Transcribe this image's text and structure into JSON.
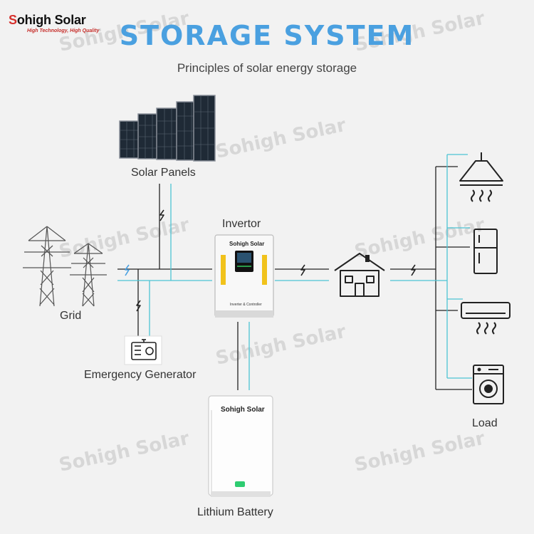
{
  "brand": {
    "name_part1": "S",
    "name_part2": "ohigh Solar",
    "tagline": "High Technology, High Quality"
  },
  "title": "STORAGE SYSTEM",
  "subtitle": "Principles of solar energy storage",
  "watermark": "Sohigh Solar",
  "components": {
    "solar_panels": "Solar Panels",
    "grid": "Grid",
    "emergency_generator": "Emergency Generator",
    "inverter": "Invertor",
    "lithium_battery": "Lithium Battery",
    "load": "Load"
  },
  "device_text": {
    "inverter_brand": "Sohigh Solar",
    "inverter_model": "Inverter & Controller",
    "battery_brand": "Sohigh Solar"
  },
  "colors": {
    "title": "#4aa0e0",
    "cyan_line": "#4cc4d4",
    "black_line": "#222222",
    "brand_red": "#d6302c"
  },
  "load_icons": [
    "range-hood-icon",
    "refrigerator-icon",
    "air-conditioner-icon",
    "washing-machine-icon"
  ]
}
